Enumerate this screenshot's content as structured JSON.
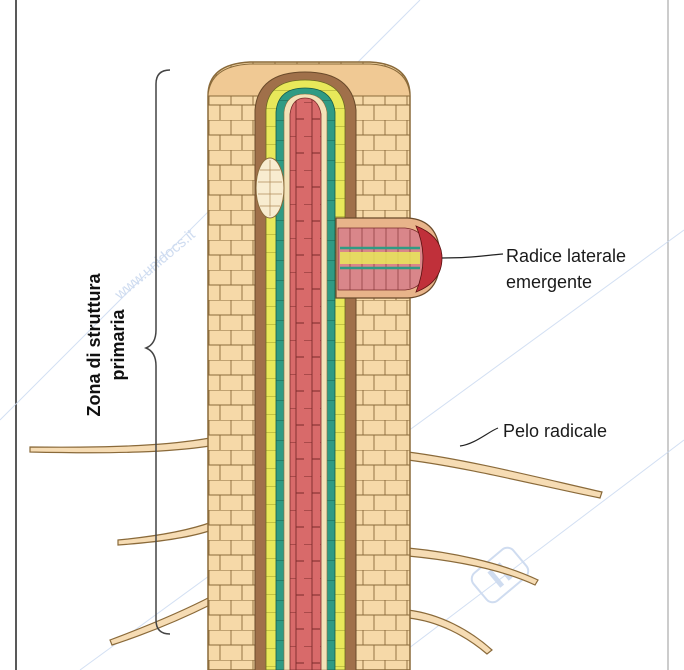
{
  "labels": {
    "lateral_root_line1": "Radice laterale",
    "lateral_root_line2": "emergente",
    "root_hair": "Pelo radicale",
    "zone_line1": "Zona di struttura",
    "zone_line2": "primaria"
  },
  "watermark": "www.unidocs.it",
  "colors": {
    "cortex": "#f6d9a8",
    "cortex_stroke": "#8a6a3a",
    "endodermis": "#a0704a",
    "pericycle": "#e8e85a",
    "phloem": "#2f9b84",
    "xylem": "#d86a6a",
    "cap_red": "#c0303a"
  }
}
